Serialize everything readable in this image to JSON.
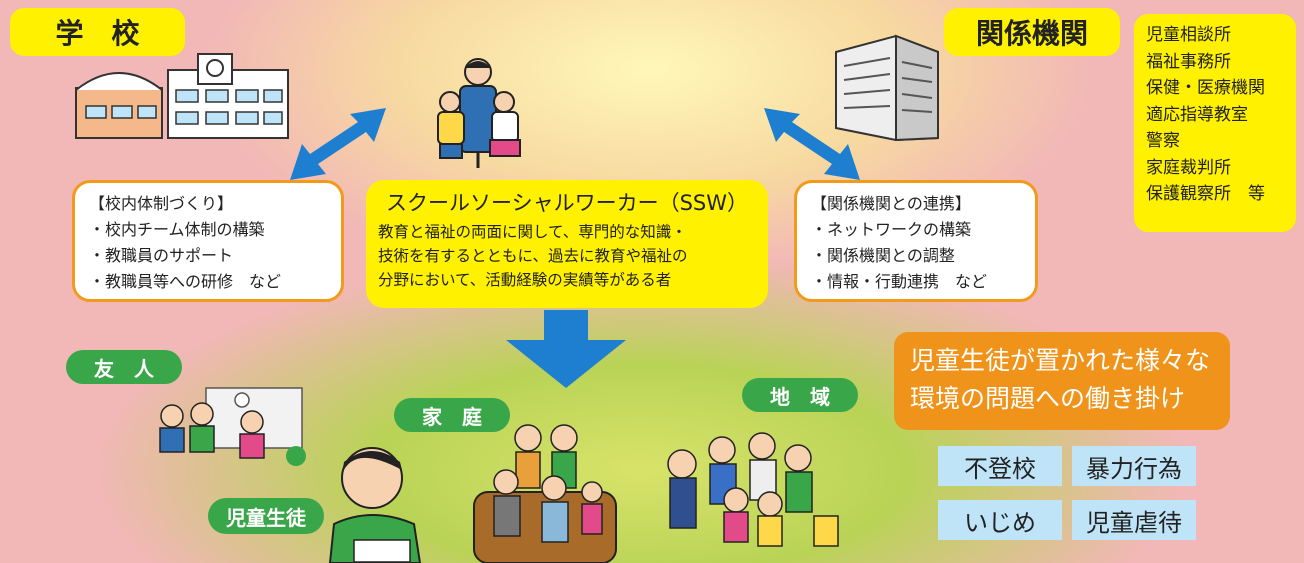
{
  "tags": {
    "school": "学　校",
    "agencies": "関係機関",
    "friends": "友　人",
    "family": "家　庭",
    "community": "地　域",
    "student": "児童生徒"
  },
  "agency_list": [
    "児童相談所",
    "福祉事務所",
    "保健・医療機関",
    "適応指導教室",
    "警察",
    "家庭裁判所",
    "保護観察所　等"
  ],
  "left_box": {
    "title": "【校内体制づくり】",
    "items": [
      "・校内チーム体制の構築",
      "・教職員のサポート",
      "・教職員等への研修　など"
    ]
  },
  "center_box": {
    "title": "スクールソーシャルワーカー（SSW）",
    "lines": [
      "教育と福祉の両面に関して、専門的な知識・",
      "技術を有するとともに、過去に教育や福祉の",
      "分野において、活動経験の実績等がある者"
    ]
  },
  "right_box": {
    "title": "【関係機関との連携】",
    "items": [
      "・ネットワークの構築",
      "・関係機関との調整",
      "・情報・行動連携　など"
    ]
  },
  "orange_box": {
    "lines": [
      "児童生徒が置かれた様々な",
      "環境の問題への働き掛け"
    ]
  },
  "issues": [
    "不登校",
    "暴力行為",
    "いじめ",
    "児童虐待"
  ],
  "colors": {
    "blue_arrow": "#1e7fd0",
    "yellow": "#fff100",
    "green": "#3aa64a",
    "orange": "#f0931b",
    "light_blue": "#bfe3f7"
  }
}
